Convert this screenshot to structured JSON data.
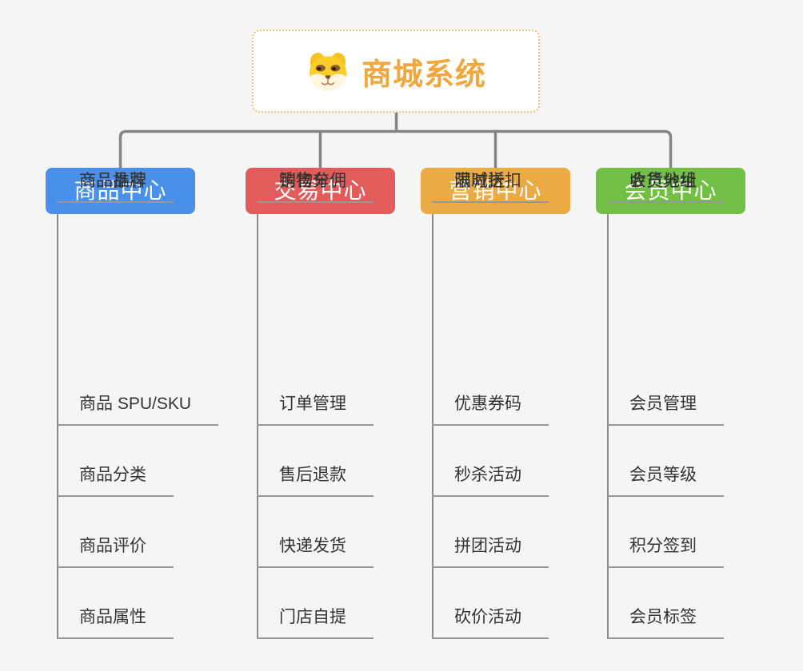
{
  "root": {
    "title": "商城系统",
    "icon": "dog-face-icon",
    "accent_color": "#f0a73c",
    "border_color": "#f2c373"
  },
  "branches": [
    {
      "label": "商品中心",
      "color": "#4a8fe8",
      "items": [
        "商品 SPU/SKU",
        "商品分类",
        "商品评价",
        "商品属性",
        "商品推荐",
        "商品品牌"
      ]
    },
    {
      "label": "交易中心",
      "color": "#e25c5c",
      "items": [
        "订单管理",
        "售后退款",
        "快递发货",
        "门店自提",
        "购物车",
        "销售分佣"
      ]
    },
    {
      "label": "营销中心",
      "color": "#eaaa44",
      "items": [
        "优惠券码",
        "秒杀活动",
        "拼团活动",
        "砍价活动",
        "限时折扣",
        "满减送"
      ]
    },
    {
      "label": "会员中心",
      "color": "#72bf45",
      "items": [
        "会员管理",
        "会员等级",
        "积分签到",
        "会员标签",
        "会员分组",
        "收货地址"
      ]
    }
  ],
  "connector_color": "#848484",
  "background_color": "#f5f5f5"
}
